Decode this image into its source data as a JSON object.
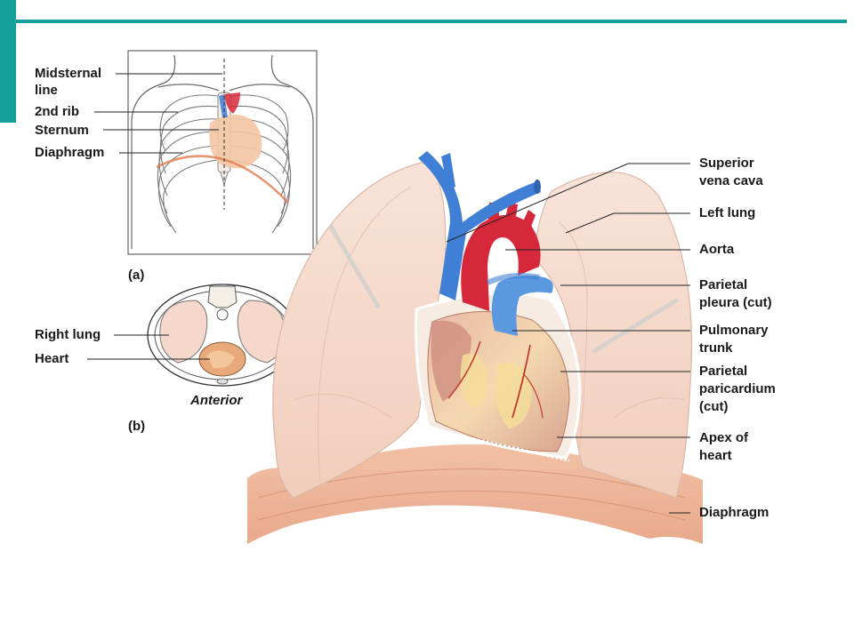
{
  "panel_a": {
    "tag": "(a)",
    "labels": {
      "midsternal_1": "Midsternal",
      "midsternal_2": "line",
      "rib": "2nd rib",
      "sternum": "Sternum",
      "diaphragm": "Diaphragm"
    }
  },
  "panel_b": {
    "tag": "(b)",
    "labels": {
      "right_lung": "Right lung",
      "heart": "Heart",
      "anterior": "Anterior"
    }
  },
  "main_labels": {
    "svc_1": "Superior",
    "svc_2": "vena cava",
    "left_lung": "Left lung",
    "aorta": "Aorta",
    "pleura_1": "Parietal",
    "pleura_2": "pleura (cut)",
    "pulm_1": "Pulmonary",
    "pulm_2": "trunk",
    "peri_1": "Parietal",
    "peri_2": "paricardium",
    "peri_3": "(cut)",
    "apex_1": "Apex of",
    "apex_2": "heart",
    "diaphragm": "Diaphragm"
  },
  "colors": {
    "accent": "#13a09a",
    "vein": "#3f7fd6",
    "artery": "#d6283a",
    "lung": "#f6d7c8",
    "heart": "#f1d49a"
  }
}
